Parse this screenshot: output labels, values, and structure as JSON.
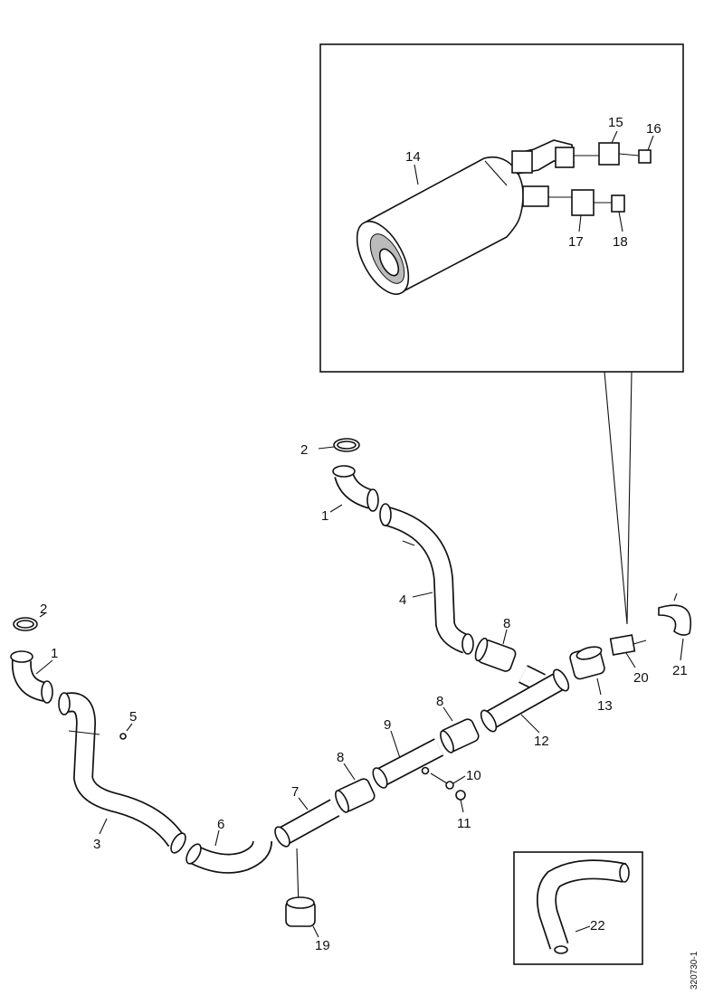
{
  "diagram": {
    "drawing_number": "320730-1",
    "callouts": {
      "c1a": "1",
      "c1b": "1",
      "c2a": "2",
      "c2b": "2",
      "c3": "3",
      "c4": "4",
      "c5": "5",
      "c6": "6",
      "c7": "7",
      "c8a": "8",
      "c8b": "8",
      "c8c": "8",
      "c9": "9",
      "c10": "10",
      "c11": "11",
      "c12": "12",
      "c13": "13",
      "c14": "14",
      "c15": "15",
      "c16": "16",
      "c17": "17",
      "c18": "18",
      "c19": "19",
      "c20": "20",
      "c21": "21",
      "c22": "22"
    }
  }
}
